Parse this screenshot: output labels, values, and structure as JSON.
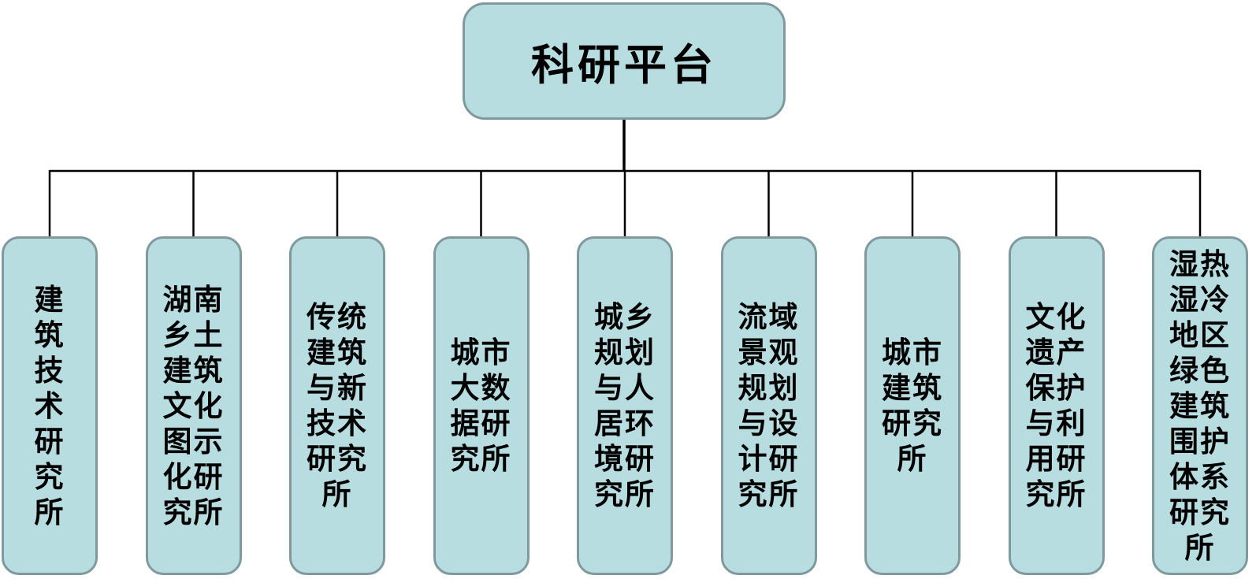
{
  "diagram": {
    "title": "科研平台",
    "colors": {
      "node_fill": "#b8dde1",
      "node_border": "#7f999c",
      "connector": "#000000",
      "text": "#000000",
      "background": "#ffffff"
    },
    "nodes": [
      {
        "name": "建筑技术研究所",
        "lines": [
          "建",
          "筑",
          "技",
          "术",
          "研",
          "究",
          "所"
        ]
      },
      {
        "name": "湖南乡土建筑文化图示化研究所",
        "lines": [
          "湖南",
          "乡土",
          "建筑",
          "文化",
          "图示",
          "化研",
          "究所"
        ]
      },
      {
        "name": "传统建筑与新技术研究所",
        "lines": [
          "传统",
          "建筑",
          "与新",
          "技术",
          "研究",
          "所"
        ]
      },
      {
        "name": "城市大数据研究所",
        "lines": [
          "城市",
          "大数",
          "据研",
          "究所"
        ]
      },
      {
        "name": "城乡规划与人居环境研究所",
        "lines": [
          "城乡",
          "规划",
          "与人",
          "居环",
          "境研",
          "究所"
        ]
      },
      {
        "name": "流域景观规划与设计研究所",
        "lines": [
          "流域",
          "景观",
          "规划",
          "与设",
          "计研",
          "究所"
        ]
      },
      {
        "name": "城市建筑研究所",
        "lines": [
          "城市",
          "建筑",
          "研究",
          "所"
        ]
      },
      {
        "name": "文化遗产保护与利用研究所",
        "lines": [
          "文化",
          "遗产",
          "保护",
          "与利",
          "用研",
          "究所"
        ]
      },
      {
        "name": "湿热湿冷地区绿色建筑围护体系研究所",
        "lines": [
          "湿热",
          "湿冷",
          "地区",
          "绿色",
          "建筑",
          "围护",
          "体系",
          "研究",
          "所"
        ]
      }
    ]
  }
}
